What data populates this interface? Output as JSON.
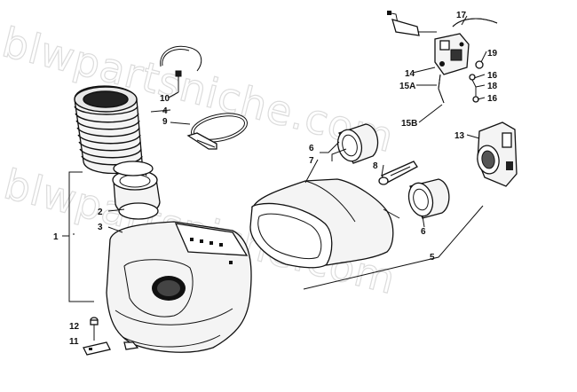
{
  "watermark": {
    "text_top": "blwpartsniche.com",
    "text_bottom": "blwpartsniche.com"
  },
  "callouts": [
    {
      "id": "c1",
      "label": "1"
    },
    {
      "id": "c2",
      "label": "2"
    },
    {
      "id": "c3",
      "label": "3"
    },
    {
      "id": "c4",
      "label": "4"
    },
    {
      "id": "c5",
      "label": "5"
    },
    {
      "id": "c6a",
      "label": "6"
    },
    {
      "id": "c6b",
      "label": "6"
    },
    {
      "id": "c7",
      "label": "7"
    },
    {
      "id": "c8",
      "label": "8"
    },
    {
      "id": "c9",
      "label": "9"
    },
    {
      "id": "c10",
      "label": "10"
    },
    {
      "id": "c11",
      "label": "11"
    },
    {
      "id": "c12",
      "label": "12"
    },
    {
      "id": "c13",
      "label": "13"
    },
    {
      "id": "c14",
      "label": "14"
    },
    {
      "id": "c15a",
      "label": "15A"
    },
    {
      "id": "c15b",
      "label": "15B"
    },
    {
      "id": "c16a",
      "label": "16"
    },
    {
      "id": "c16b",
      "label": "16"
    },
    {
      "id": "c17",
      "label": "17"
    },
    {
      "id": "c18",
      "label": "18"
    },
    {
      "id": "c19",
      "label": "19"
    }
  ]
}
